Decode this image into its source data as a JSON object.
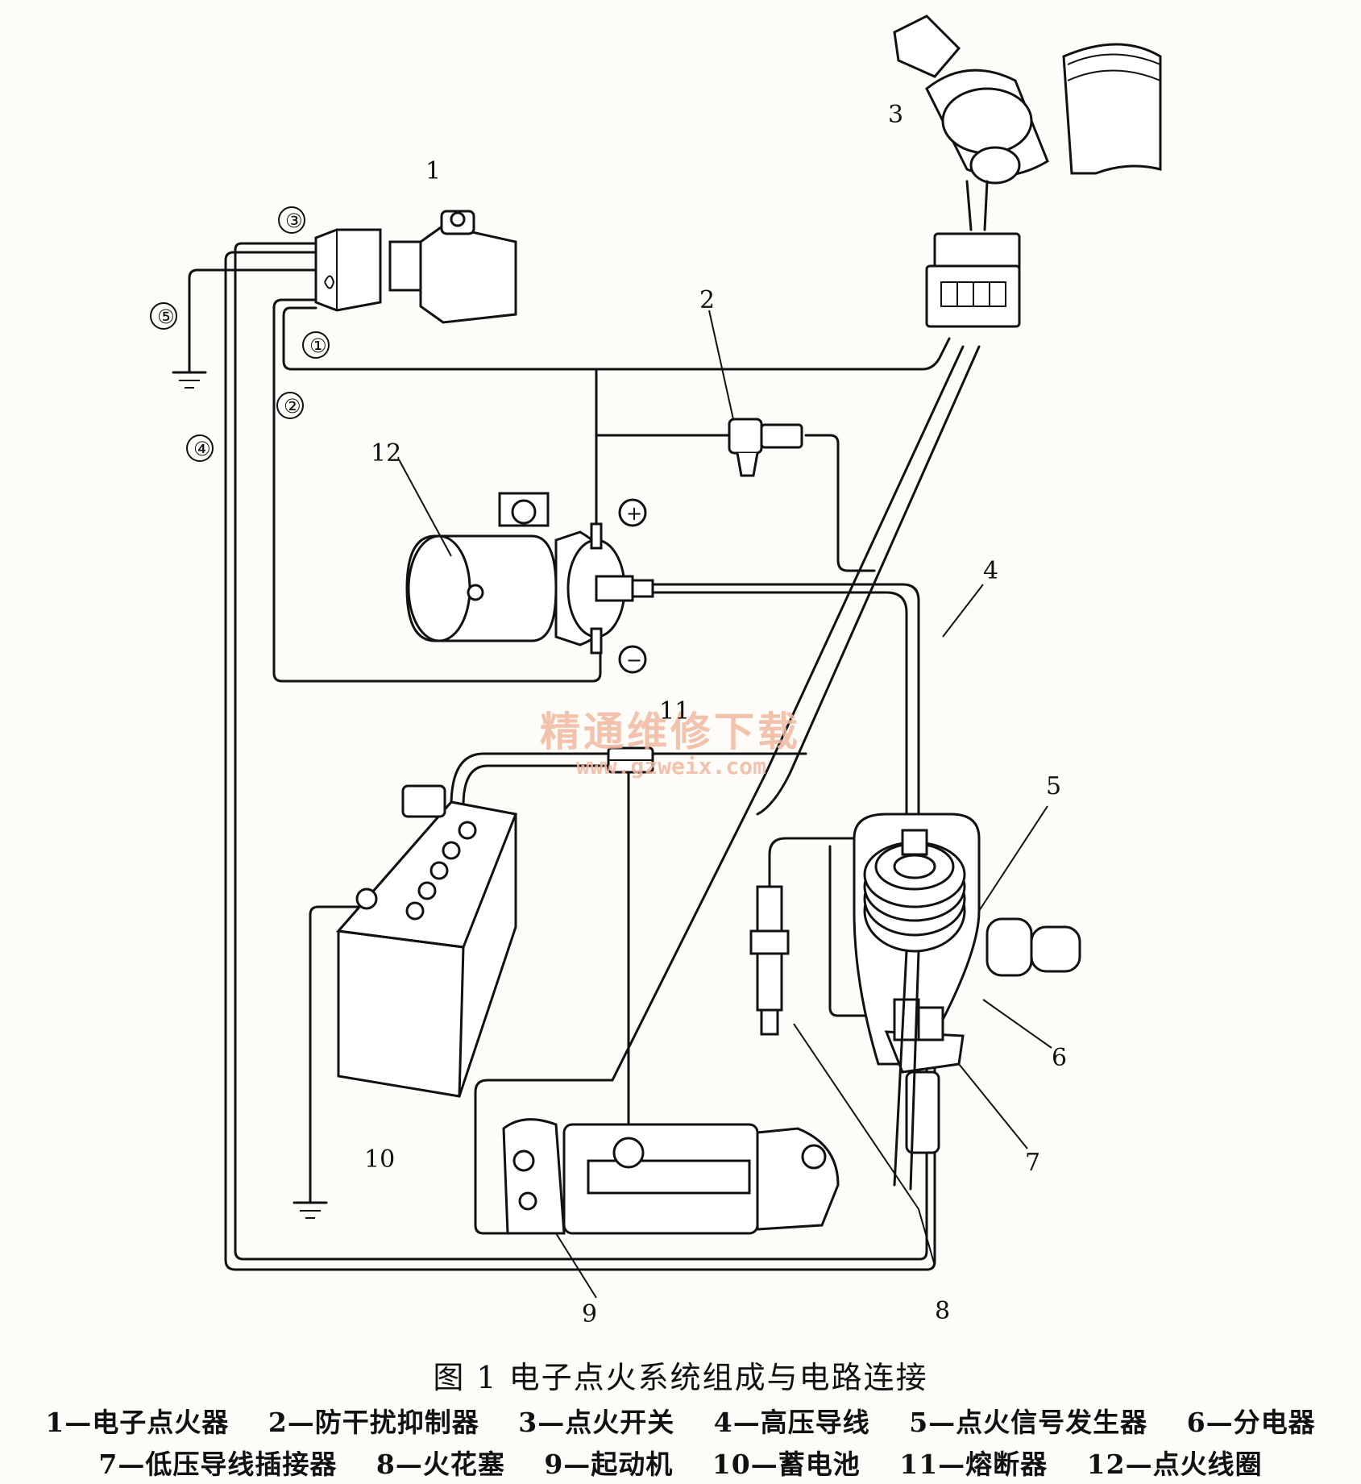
{
  "callouts": {
    "n1": "1",
    "n2": "2",
    "n3": "3",
    "n4": "4",
    "n5": "5",
    "n6": "6",
    "n7": "7",
    "n8": "8",
    "n9": "9",
    "n10": "10",
    "n11": "11",
    "n12": "12"
  },
  "terminals": {
    "t1": "①",
    "t2": "②",
    "t3": "③",
    "t4": "④",
    "t5": "⑤",
    "plus": "+",
    "minus": "−"
  },
  "watermark": {
    "cn": "精通维修下载",
    "url": "www.gzweix.com"
  },
  "caption": "图 1  电子点火系统组成与电路连接",
  "legend": {
    "row1": [
      "1—电子点火器",
      "2—防干扰抑制器",
      "3—点火开关",
      "4—高压导线",
      "5—点火信号发生器",
      "6—分电器"
    ],
    "row2": [
      "7—低压导线插接器",
      "8—火花塞",
      "9—起动机",
      "10—蓄电池",
      "11—熔断器",
      "12—点火线圈"
    ]
  }
}
